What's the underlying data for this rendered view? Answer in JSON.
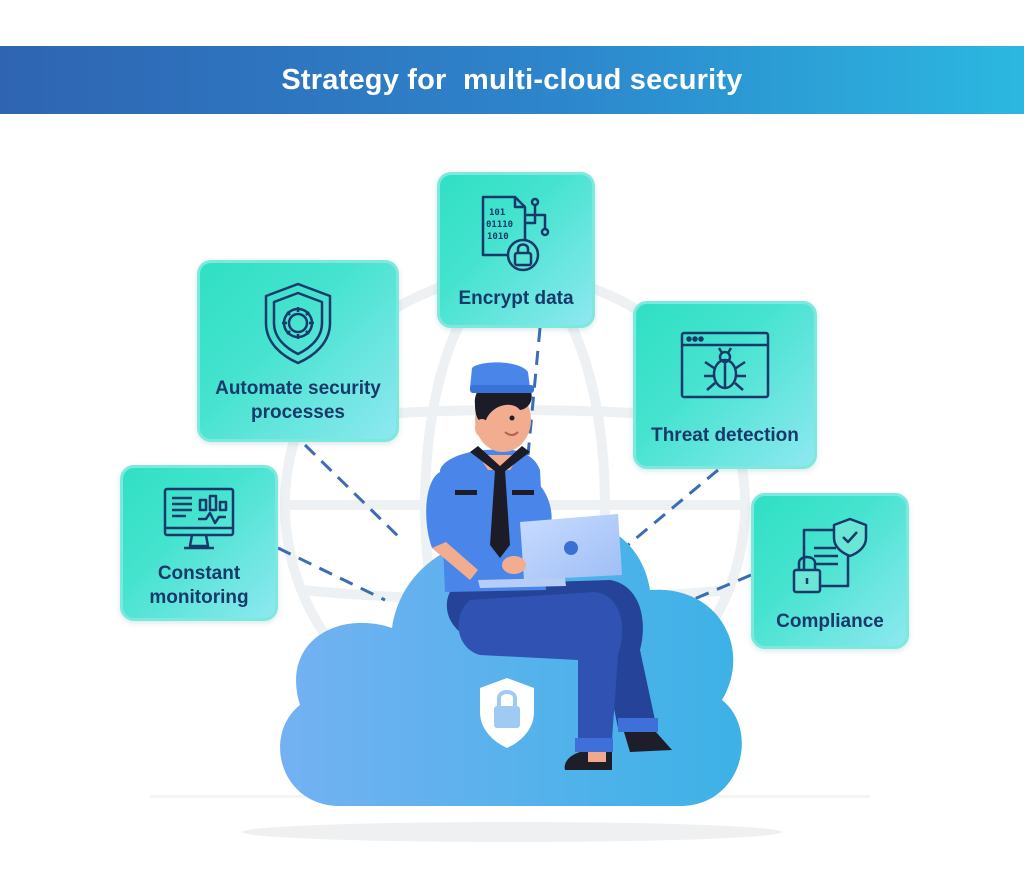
{
  "header": {
    "title": "Strategy for  multi-cloud security"
  },
  "colors": {
    "banner_start": "#2f64b2",
    "banner_end": "#2bb8e0",
    "card_teal": "#2fe0c4",
    "card_light": "#8ee8f0",
    "label_navy": "#173a6b",
    "cloud_blue": "#5aa8ee",
    "connector": "#3c6cb4"
  },
  "cards": {
    "encrypt": {
      "label": "Encrypt data",
      "icon": "encrypted-file-icon"
    },
    "automate": {
      "label_line1": "Automate security",
      "label_line2": "processes",
      "icon": "shield-gear-icon"
    },
    "threat": {
      "label": "Threat detection",
      "icon": "bug-window-icon"
    },
    "monitoring": {
      "label_line1": "Constant",
      "label_line2": "monitoring",
      "icon": "monitor-dashboard-icon"
    },
    "compliance": {
      "label": "Compliance",
      "icon": "document-lock-shield-icon"
    }
  },
  "illustration": {
    "center_icon": "shield-lock-icon",
    "figure": "security-worker-with-laptop",
    "base": "cloud",
    "background": "globe-outline"
  },
  "file_icon": {
    "line1": "101",
    "line2": "01110",
    "line3": "1010"
  }
}
